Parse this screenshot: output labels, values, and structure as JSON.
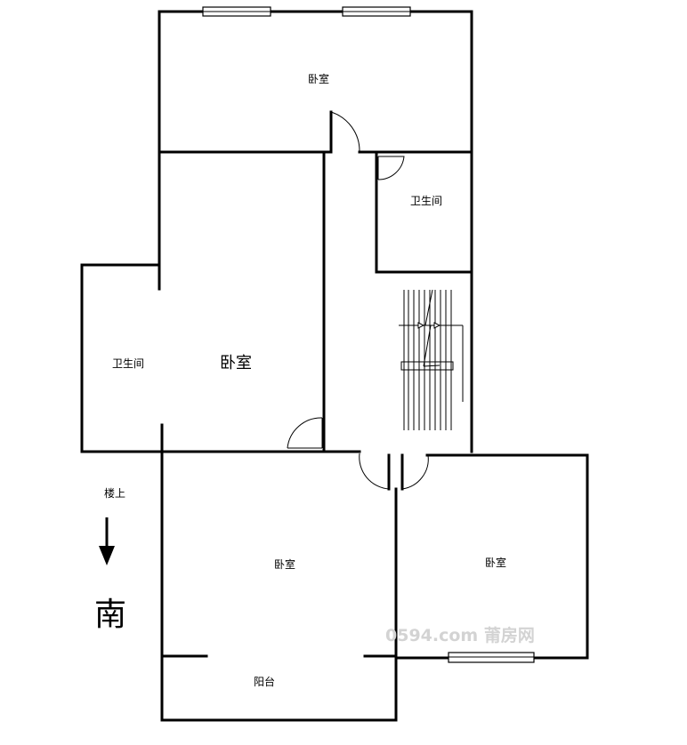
{
  "rooms": {
    "bedroom_north": "卧室",
    "bathroom_east": "卫生间",
    "bathroom_west": "卫生间",
    "bedroom_center": "卧室",
    "bedroom_southwest": "卧室",
    "bedroom_southeast": "卧室",
    "balcony": "阳台"
  },
  "legend": {
    "upstairs_label": "楼上",
    "direction_label": "南",
    "direction_arrow": "arrow-down-icon"
  },
  "watermark": {
    "text": "0594.com 莆房网"
  },
  "colors": {
    "wall": "#000000",
    "background": "#ffffff",
    "watermark": "#d3d3d3"
  }
}
